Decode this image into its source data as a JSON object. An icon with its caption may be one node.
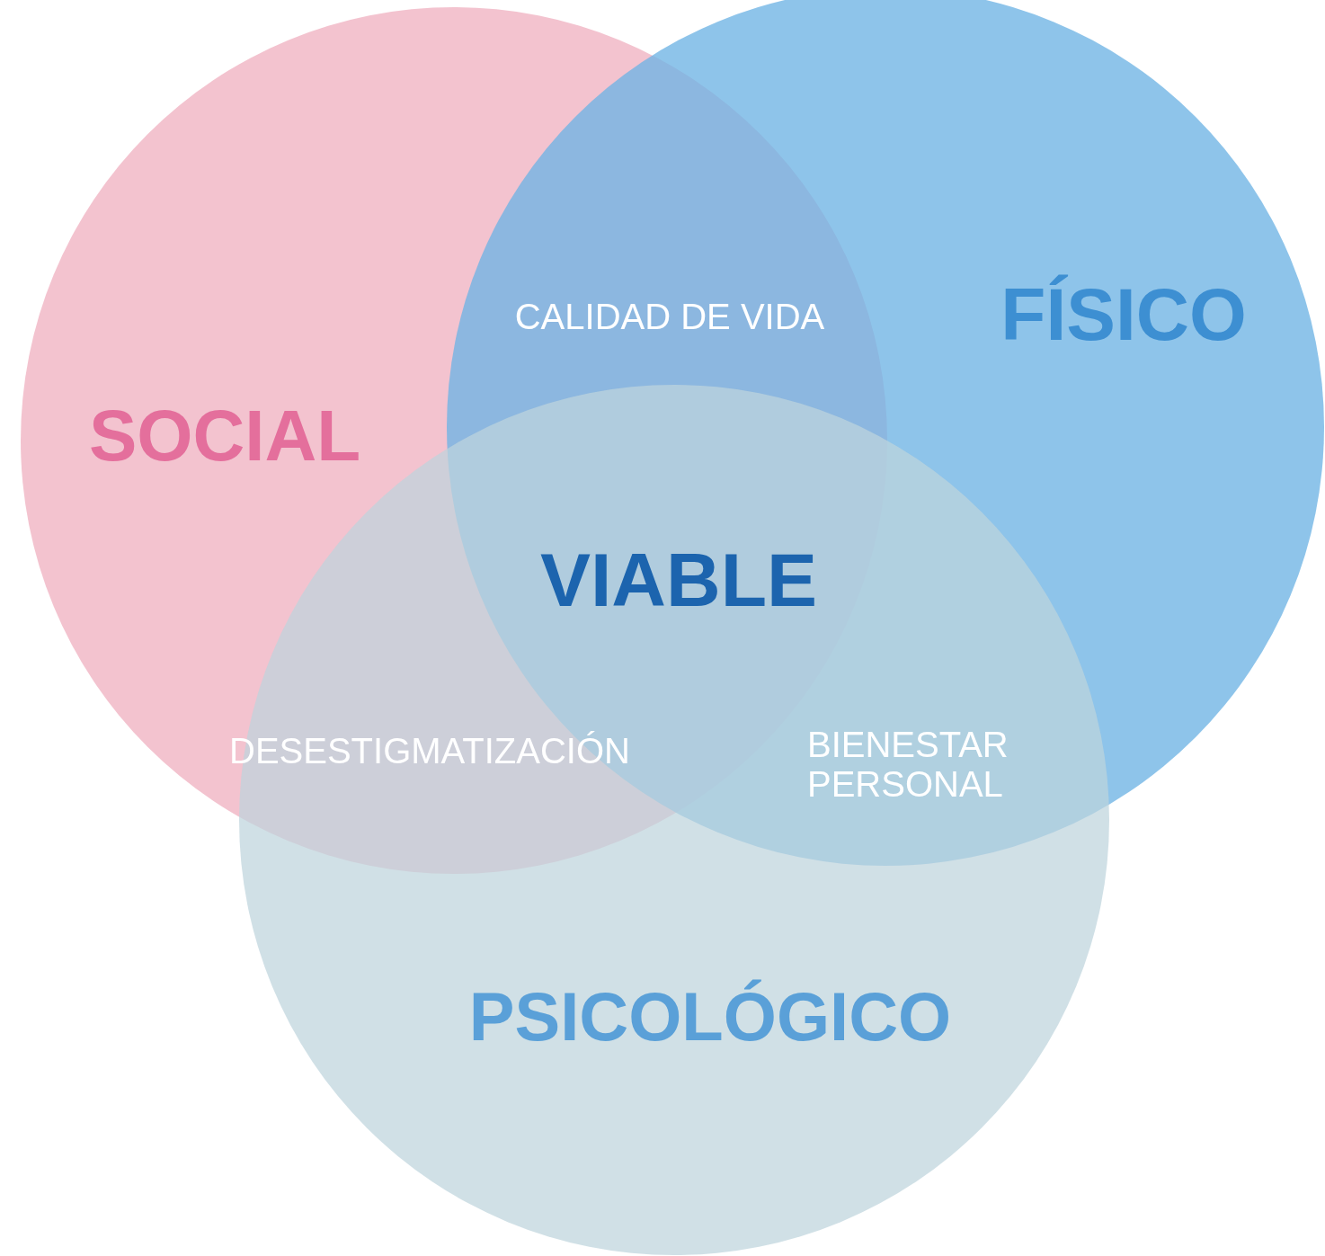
{
  "diagram": {
    "nodes": [
      {
        "text": [
          "SOCIAL"
        ]
      },
      {
        "text": [
          "FÍSICO"
        ]
      },
      {
        "text": [
          "PSICOLÓGICO"
        ]
      }
    ],
    "labels": [
      "CALIDAD DE VIDA",
      "VIABLE",
      "DESESTIGMATIZACIÓN",
      "BIENESTAR PERSONAL"
    ]
  }
}
